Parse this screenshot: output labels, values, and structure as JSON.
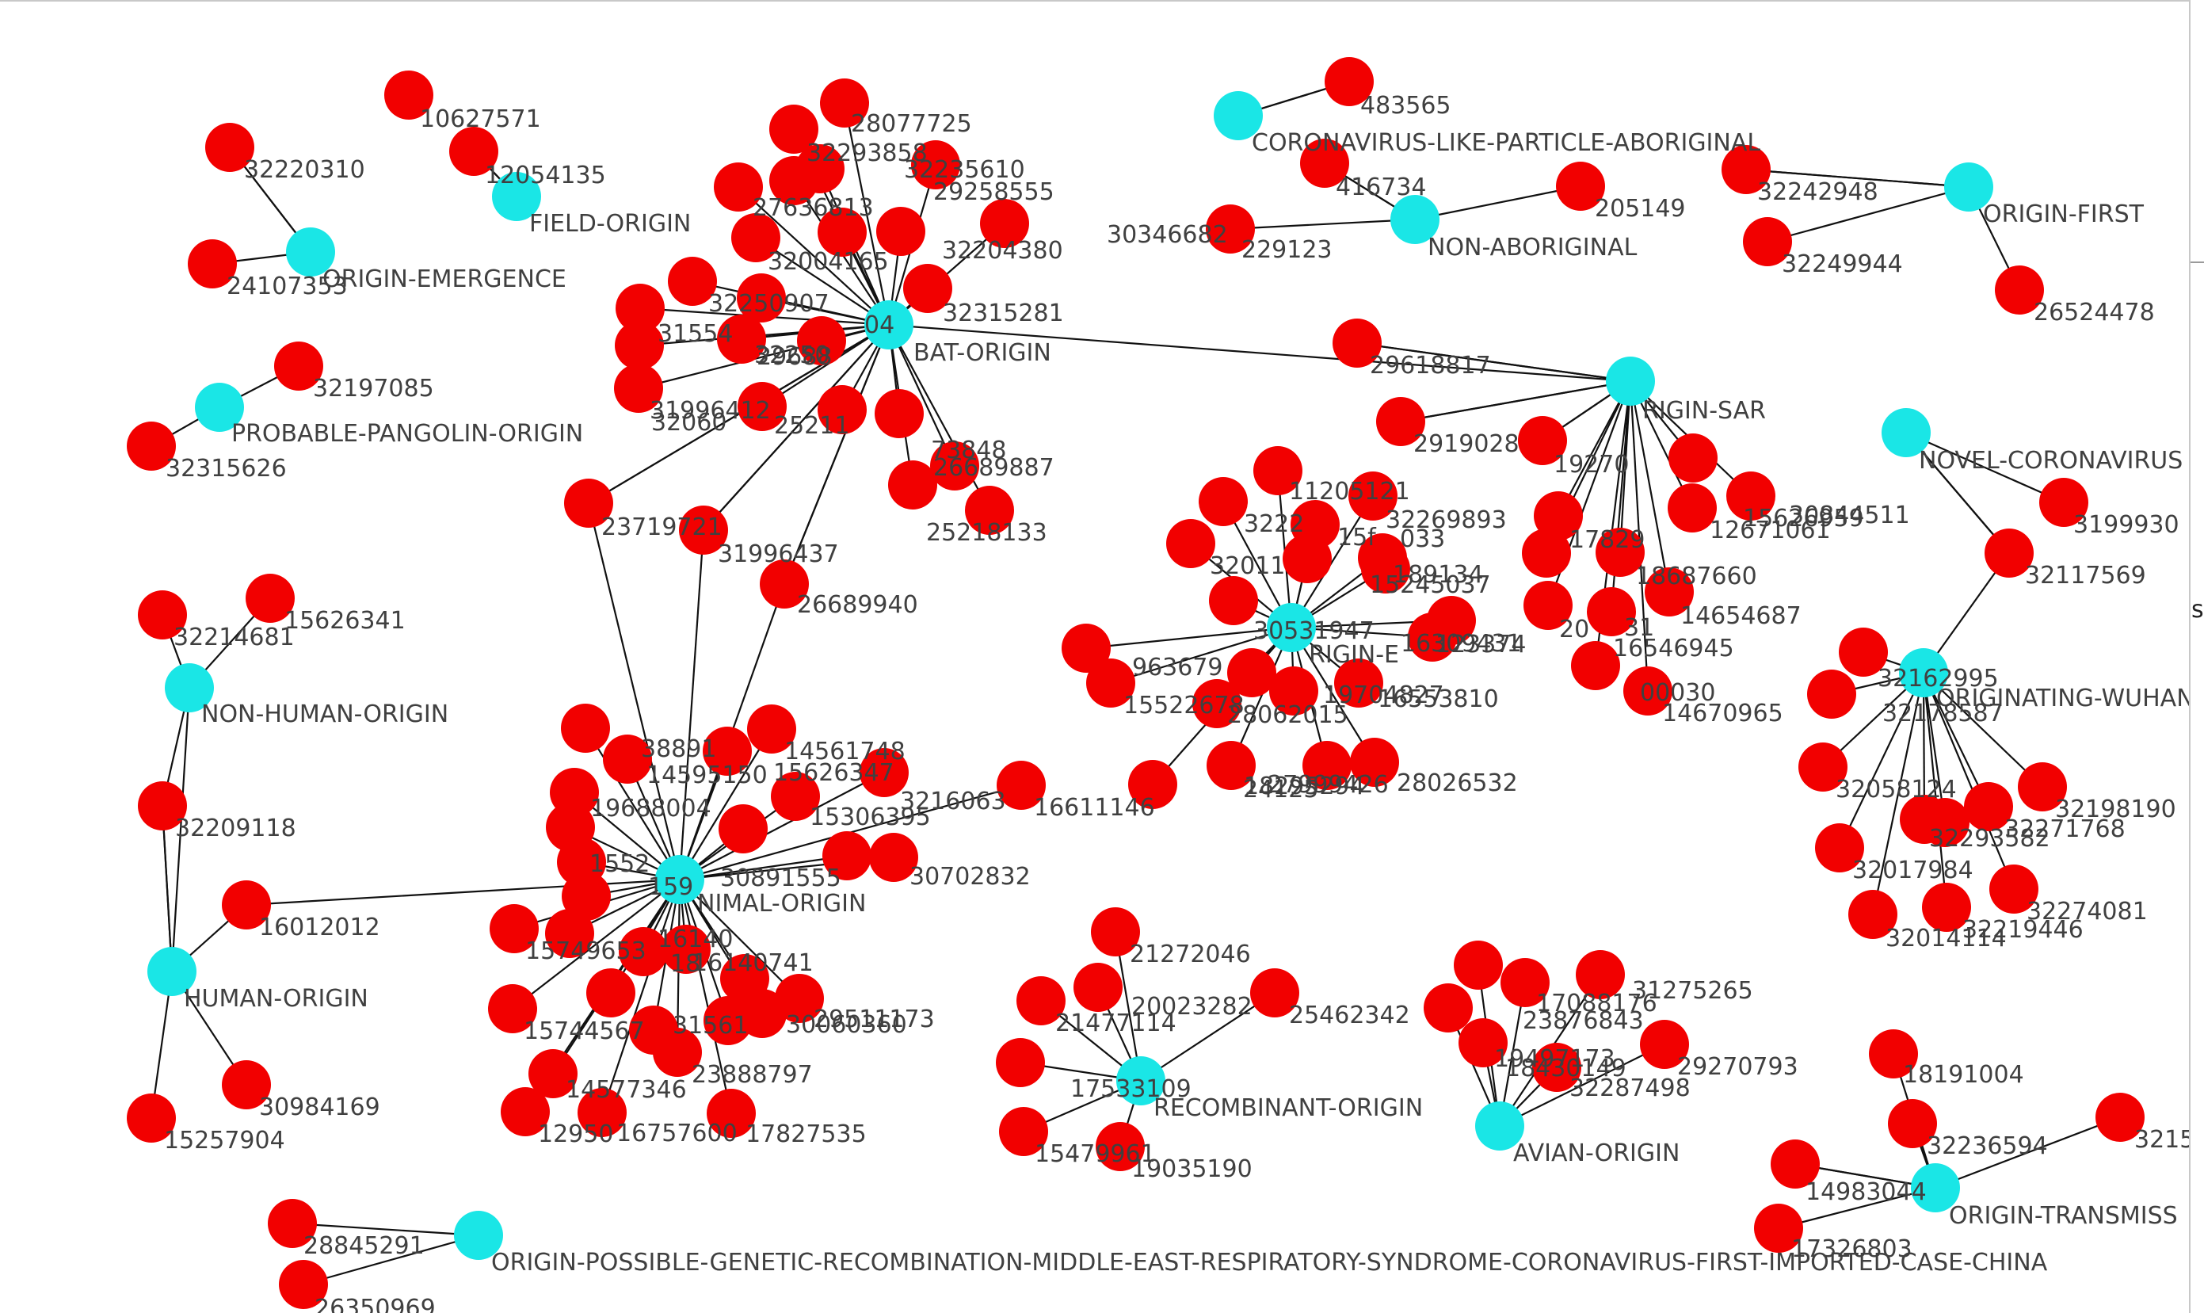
{
  "colors": {
    "concept_node": "#1ae6e6",
    "article_node": "#f20000",
    "edge": "#111111",
    "label": "#404040",
    "background": "#ffffff"
  },
  "edge_glyph": "s",
  "hubs": [
    {
      "id": "h_bat",
      "label": "BAT-ORIGIN"
    },
    {
      "id": "h_bat_num",
      "label": "04"
    },
    {
      "id": "h_animal",
      "label": "NIMAL-ORIGIN"
    },
    {
      "id": "h_animal_num",
      "label": "159"
    },
    {
      "id": "h_human",
      "label": "HUMAN-ORIGIN"
    },
    {
      "id": "h_nonhuman",
      "label": "NON-HUMAN-ORIGIN"
    },
    {
      "id": "h_emergence",
      "label": "ORIGIN-EMERGENCE"
    },
    {
      "id": "h_field",
      "label": "FIELD-ORIGIN"
    },
    {
      "id": "h_pangolin",
      "label": "PROBABLE-PANGOLIN-ORIGIN"
    },
    {
      "id": "h_clp",
      "label": "CORONAVIRUS-LIKE-PARTICLE-ABORIGINAL"
    },
    {
      "id": "h_nonabo",
      "label": "NON-ABORIGINAL"
    },
    {
      "id": "h_first",
      "label": "ORIGIN-FIRST"
    },
    {
      "id": "h_sar",
      "label": "RIGIN-SAR"
    },
    {
      "id": "h_orig_e",
      "label": "RIGIN-E"
    },
    {
      "id": "h_orig_e_num",
      "label": "30531947"
    },
    {
      "id": "h_novel",
      "label": "NOVEL-CORONAVIRUS"
    },
    {
      "id": "h_wuhan",
      "label": "ORIGINATING-WUHAN"
    },
    {
      "id": "h_wuhan_num",
      "label": "32162995"
    },
    {
      "id": "h_recomb",
      "label": "RECOMBINANT-ORIGIN"
    },
    {
      "id": "h_recomb_num",
      "label": "17533109"
    },
    {
      "id": "h_avian",
      "label": "AVIAN-ORIGIN"
    },
    {
      "id": "h_transmiss",
      "label": "ORIGIN-TRANSMISS"
    },
    {
      "id": "h_transmiss_num",
      "label": "14983044"
    },
    {
      "id": "h_genetic",
      "label": "ORIGIN-POSSIBLE-GENETIC-RECOMBINATION-MIDDLE-EAST-RESPIRATORY-SYNDROME-CORONAVIRUS-FIRST-IMPORTED-CASE-CHINA"
    }
  ],
  "labels": {
    "n10627571": "10627571",
    "n12054135": "12054135",
    "n32220310": "32220310",
    "n24107353": "24107353",
    "n32197085": "32197085",
    "n32315626": "32315626",
    "n32214681": "32214681",
    "n15626341": "15626341",
    "n32209118": "32209118",
    "n16012012": "16012012",
    "n30984169": "30984169",
    "n15257904": "15257904",
    "n28845291": "28845291",
    "n26350969": "26350969",
    "n28077725": "28077725",
    "n32293858": "32293858",
    "n32235610": "32235610",
    "n29258555": "29258555",
    "n27636815": "27636813",
    "n30346682": "30346682",
    "n32004165": "32004165",
    "n32204380": "32204380",
    "n32315281": "32315281",
    "n32250907": "32250907",
    "n31554": "31554",
    "n32250": "32250",
    "n29688": "29688",
    "n31996412": "31996412",
    "n32060": "32060",
    "n25211": "25211",
    "n73848": "73848",
    "n26689887": "26689887",
    "n25218133": "25218133",
    "n27255185": "27255185",
    "n23719721": "23719721",
    "n31996437": "31996437",
    "n26689940": "26689940",
    "n483565": "483565",
    "n416734": "416734",
    "n205149": "205149",
    "n229123": "229123",
    "n32242948": "32242948",
    "n32249944": "32249944",
    "n26524478": "26524478",
    "n29618817": "29618817",
    "n29190280": "2919028",
    "n19270": "19270",
    "n15626959": "15626959",
    "n30844511": "30844511",
    "n12671061": "12671061",
    "n17829": "17829",
    "n18687660": "18687660",
    "n14654687": "14654687",
    "n16546945": "16546945",
    "n20": "20",
    "n31": "31",
    "n17630030": "00030",
    "n14670965": "14670965",
    "n11205121": "11205121",
    "n32269893": "32269893",
    "n3222": "3222",
    "n15f": "15f",
    "n033": "033",
    "n32011": "32011",
    "n189134": "189134",
    "n15245037": "15245037",
    "n16309431": "16309431",
    "n1123374": "123374",
    "n963679": "963679",
    "n15522678": "15522678",
    "n16553810": "16553810",
    "n28062015": "28062015",
    "n19704827": "19704827",
    "n24125": "24125",
    "n27999426": "27999426",
    "n28026532": "28026532",
    "n18295294": "18295294",
    "n32163": "3216063",
    "n16611146": "16611146",
    "n30702832": "30702832",
    "n30891555": "30891555",
    "n15306395": "15306395",
    "n14561748": "14561748",
    "n15626347": "15626347",
    "n14595150": "14595150",
    "n19688004": "19688004",
    "n38891": "38891",
    "n15521": "1552",
    "n16140": "16140",
    "n16140741": "16140741",
    "n15749653": "15749653",
    "n15744567": "15744567",
    "n12950": "12950",
    "n14577346": "14577346",
    "n16757600": "16757600",
    "n17827535": "17827535",
    "n23888797": "23888797",
    "n29511173": "29511173",
    "n31561": "31561",
    "n30060360": "30060360",
    "n1318": "18",
    "n21272046": "21272046",
    "n20023282": "20023282",
    "n25462342": "25462342",
    "n21477114": "21477114",
    "n15479961": "15479961",
    "n19035190": "19035190",
    "n17088176": "17088176",
    "n31275265": "31275265",
    "n23876843": "23876843",
    "n19497173": "19497173",
    "n18430149": "18430149",
    "n32287498": "32287498",
    "n29270793": "29270793",
    "n3199930": "3199930",
    "n32117569": "32117569",
    "n32178587": "32178587",
    "n32058124": "32058124",
    "n32198190": "32198190",
    "n32271768": "32271768",
    "n32293582": "32293582",
    "n32017984": "32017984",
    "n32274081": "32274081",
    "n32014114": "32014114",
    "n32219446": "32219446",
    "n18191004": "18191004",
    "n32236594": "32236594",
    "n3215": "3215",
    "n17326803": "17326803"
  }
}
